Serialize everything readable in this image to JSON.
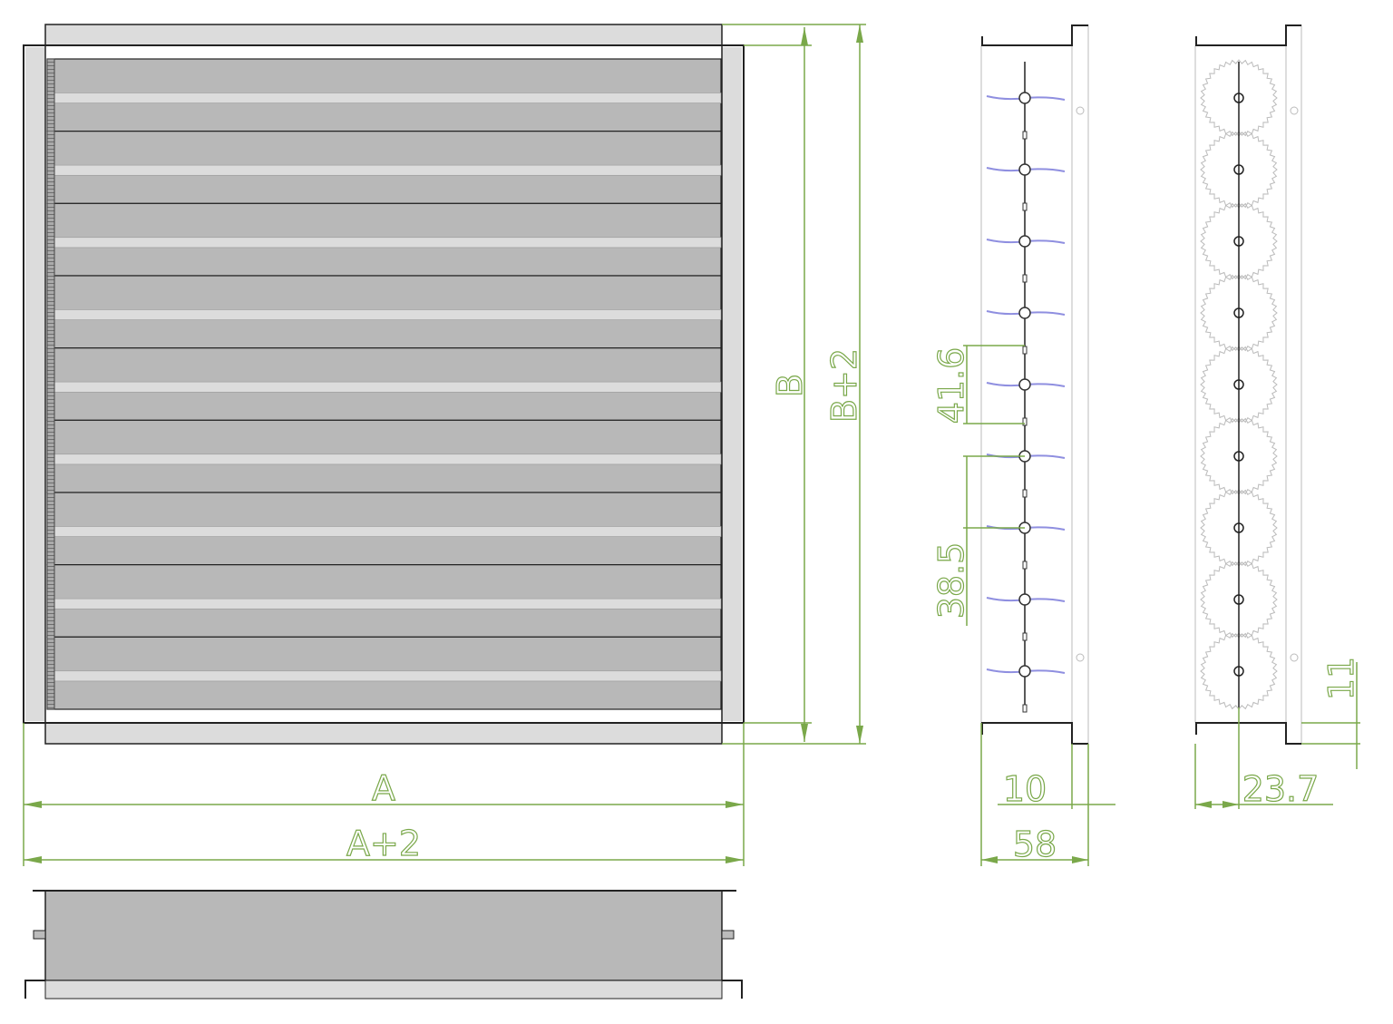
{
  "drawing": {
    "blade_count": 9,
    "colors": {
      "dimension": "#7aa84a",
      "blade": "#b8b8b8",
      "frame": "#dcdcdc",
      "linkage": "#8f8fe0"
    },
    "dimensions": {
      "width": "A",
      "width_plus": "A+2",
      "height": "B",
      "height_plus": "B+2",
      "blade_pitch": "41.6",
      "blade_span": "38.5",
      "flange": "10",
      "depth": "58",
      "gear_offset": "23.7",
      "lip": "11"
    }
  }
}
